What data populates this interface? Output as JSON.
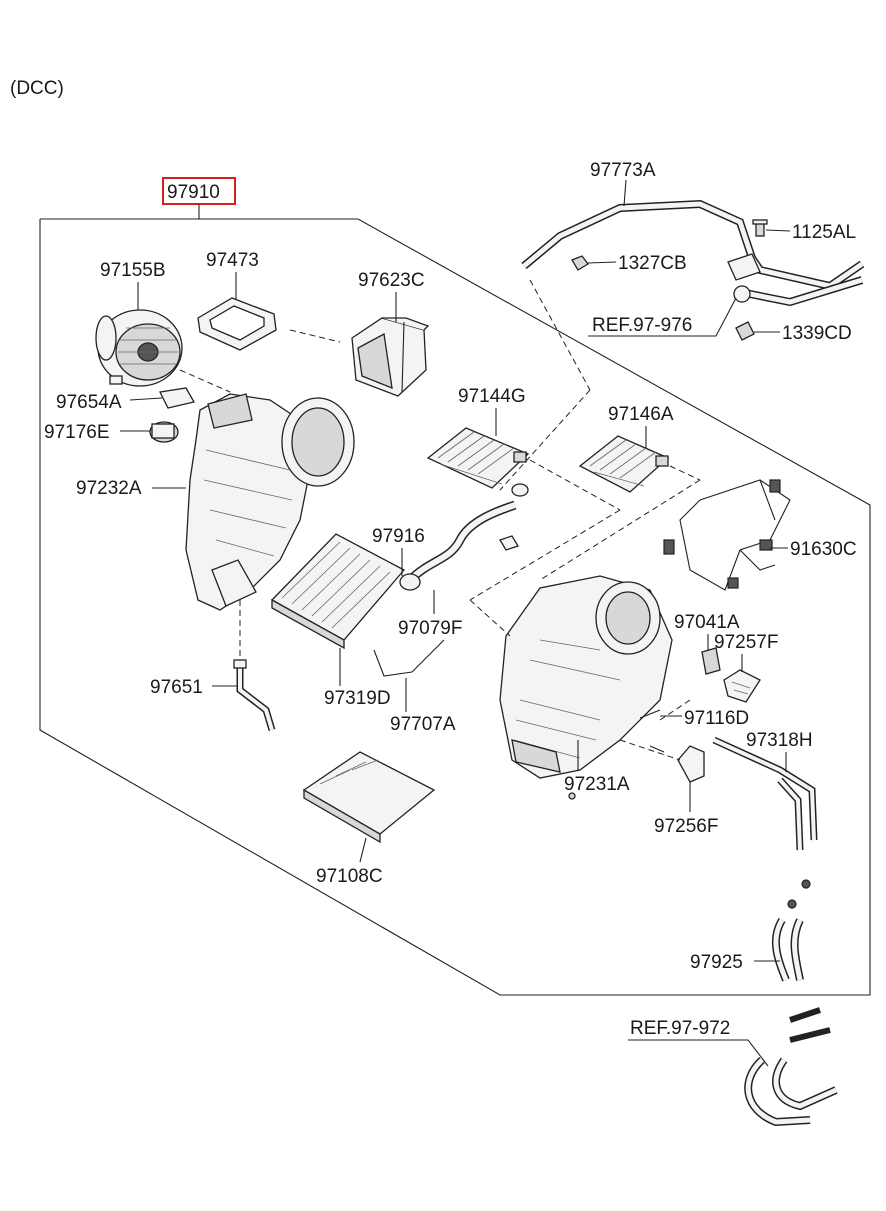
{
  "variant_label": "(DCC)",
  "assembly_label": "97910",
  "highlight_color": "#d62020",
  "labels": {
    "p97773A": "97773A",
    "p1125AL": "1125AL",
    "p1327CB": "1327CB",
    "ref97976": "REF.97-976",
    "p1339CD": "1339CD",
    "p97155B": "97155B",
    "p97473": "97473",
    "p97623C": "97623C",
    "p97654A": "97654A",
    "p97176E": "97176E",
    "p97144G": "97144G",
    "p97146A": "97146A",
    "p97232A": "97232A",
    "p97916": "97916",
    "p91630C": "91630C",
    "p97079F": "97079F",
    "p97041A": "97041A",
    "p97257F": "97257F",
    "p97651": "97651",
    "p97319D": "97319D",
    "p97116D": "97116D",
    "p97707A": "97707A",
    "p97318H": "97318H",
    "p97231A": "97231A",
    "p97256F": "97256F",
    "p97108C": "97108C",
    "p97925": "97925",
    "ref97972": "REF.97-972"
  }
}
